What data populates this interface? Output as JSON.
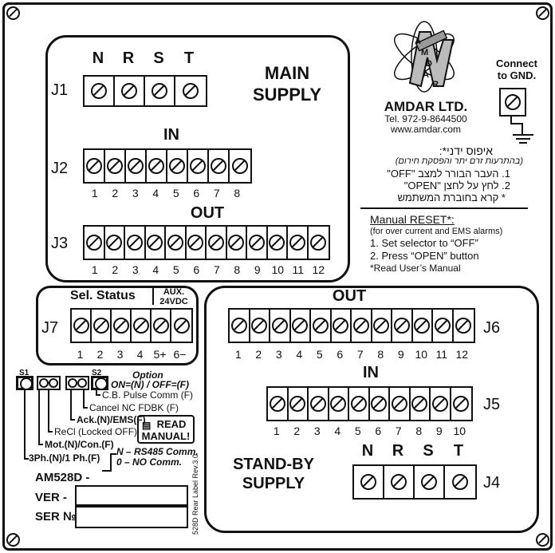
{
  "main_supply": {
    "title_line1": "MAIN",
    "title_line2": "SUPPLY",
    "j1": {
      "label": "J1",
      "headers": [
        "N",
        "R",
        "S",
        "T"
      ]
    },
    "in_label": "IN",
    "j2": {
      "label": "J2",
      "numbers": [
        "1",
        "2",
        "3",
        "4",
        "5",
        "6",
        "7",
        "8"
      ]
    },
    "out_label": "OUT",
    "j3": {
      "label": "J3",
      "numbers": [
        "1",
        "2",
        "3",
        "4",
        "5",
        "6",
        "7",
        "8",
        "9",
        "10",
        "11",
        "12"
      ]
    }
  },
  "brand": {
    "name": "AMDAR LTD.",
    "tel": "Tel. 972-9-8644500",
    "web": "www.amdar.com",
    "logo_letters": [
      "A",
      "M",
      "D",
      "A",
      "R"
    ]
  },
  "gnd": {
    "line1": "Connect",
    "line2": "to GND."
  },
  "manual_reset_he": {
    "title": "איפוס ידני*:",
    "sub": "(בהתרעות זרם יתר והפסקת חירום)",
    "step1": "1. העבר הבורר למצב \"OFF\"",
    "step2": "2. לחץ על לחצן \"OPEN\"",
    "note": "* קרא בחוברת המשתמש"
  },
  "manual_reset_en": {
    "title": "Manual RESET*:",
    "sub": "(for over current and EMS alarms)",
    "step1": "1. Set selector to “OFF”",
    "step2": "2. Press “OPEN” button",
    "note": "*Read User’s Manual"
  },
  "j7": {
    "label": "J7",
    "sel_title": "Sel. Status",
    "aux_line1": "AUX.",
    "aux_line2": "24VDC",
    "numbers": [
      "1",
      "2",
      "3",
      "4",
      "5+",
      "6−"
    ]
  },
  "standby": {
    "title_line1": "STAND-BY",
    "title_line2": "SUPPLY",
    "out_label": "OUT",
    "j6": {
      "label": "J6",
      "numbers": [
        "1",
        "2",
        "3",
        "4",
        "5",
        "6",
        "7",
        "8",
        "9",
        "10",
        "11",
        "12"
      ]
    },
    "in_label": "IN",
    "j5": {
      "label": "J5",
      "numbers": [
        "1",
        "2",
        "3",
        "4",
        "5",
        "6",
        "7",
        "8",
        "9",
        "10"
      ]
    },
    "j4": {
      "label": "J4",
      "headers": [
        "N",
        "R",
        "S",
        "T"
      ]
    }
  },
  "switches": {
    "s1": "S1",
    "s2": "S2",
    "option_title": "Option",
    "option_def": "ON=(N) / OFF=(F)",
    "items": [
      "C.B. Pulse Comm (F)",
      "Cancel NC FDBK (F)",
      "Ack.(N)/EMS(F)",
      "ReCl (Locked OFF)",
      "Mot.(N)/Con.(F)",
      "3Ph.(N)/1 Ph.(F)"
    ]
  },
  "read_manual": {
    "line1": "READ",
    "line2": "MANUAL!"
  },
  "comm": {
    "n_line": "N – RS485 Comm.",
    "zero_line": "0 – NO Comm."
  },
  "labels": {
    "model": "AM528D -",
    "ver": "VER -",
    "ser": "SER №",
    "rev": "528D Rear Label Rev.3.0"
  }
}
